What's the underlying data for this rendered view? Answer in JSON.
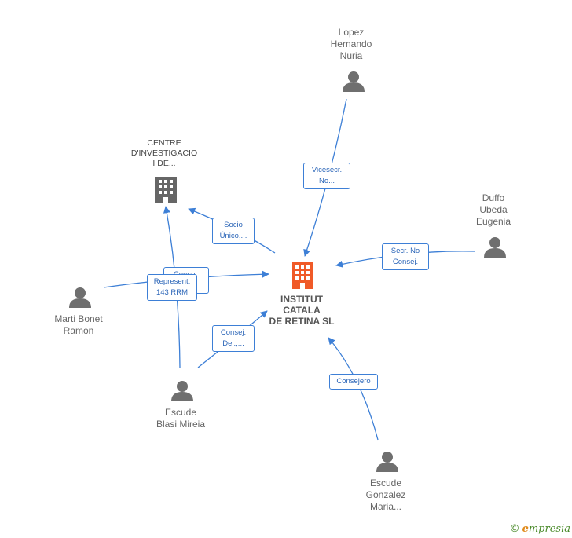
{
  "nodes": {
    "main": {
      "label": "INSTITUT\nCATALA\nDE RETINA SL",
      "color": "#f05a28"
    },
    "centre": {
      "label": "CENTRE\nD'INVESTIGACIO\nI DE..."
    },
    "lopez": {
      "label": "Lopez\nHernando\nNuria"
    },
    "duffo": {
      "label": "Duffo\nUbeda\nEugenia"
    },
    "marti": {
      "label": "Marti Bonet\nRamon"
    },
    "blasi": {
      "label": "Escude\nBlasi Mireia"
    },
    "gonzalez": {
      "label": "Escude\nGonzalez\nMaria..."
    }
  },
  "edges": {
    "vicesecr": "Vicesecr.\nNo...",
    "socio": "Socio\nÚnico,...",
    "secr": "Secr.  No\nConsej.",
    "consej_del": "Consej.\nDel.,...",
    "consejero": "Consejero",
    "hidden": "Consej.\n...",
    "represent": "Represent.\n143 RRM"
  },
  "footer": {
    "copyright": "©",
    "brand_e": "e",
    "brand_rest": "mpresia"
  },
  "colors": {
    "edge": "#3d7fd6",
    "person": "#6f6f6f",
    "company": "#666666",
    "main": "#f05a28"
  }
}
